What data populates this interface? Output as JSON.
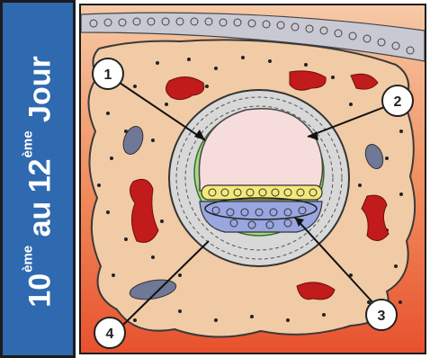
{
  "side_title": {
    "day_start": "10",
    "sup1": "ème",
    "connector": " au ",
    "day_end": "12",
    "sup2": "ème",
    "word": " Jour",
    "background": "#2f69b0",
    "text_color": "#ffffff"
  },
  "diagram": {
    "labels": [
      "1",
      "2",
      "3",
      "4"
    ],
    "colors": {
      "background_gradient_top": "#f6c9a6",
      "background_gradient_bottom": "#e8512e",
      "tissue": "#f1cba6",
      "outline": "#3a3a3a",
      "blood_lacunae": "#c21b1b",
      "amniotic_cavity": "#f7dcdc",
      "amnion_ring": "#a6d88a",
      "epiblast": "#f3e97a",
      "hypoblast": "#9aa6e0",
      "cytotrophoblast": "#d8d8d8",
      "surface_epithelium": "#c9c9d3"
    }
  }
}
